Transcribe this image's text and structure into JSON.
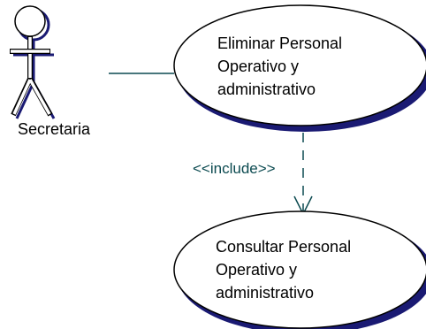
{
  "actor": {
    "name": "Secretaria"
  },
  "use_cases": [
    {
      "lines": [
        "Eliminar Personal",
        "Operativo y",
        "administrativo"
      ]
    },
    {
      "lines": [
        "Consultar Personal",
        "Operativo y",
        "administrativo"
      ]
    }
  ],
  "relationship": {
    "label": "<<include>>"
  },
  "colors": {
    "shadow": "#1a1a73",
    "connector": "#0b4a50",
    "outline": "#000000"
  }
}
